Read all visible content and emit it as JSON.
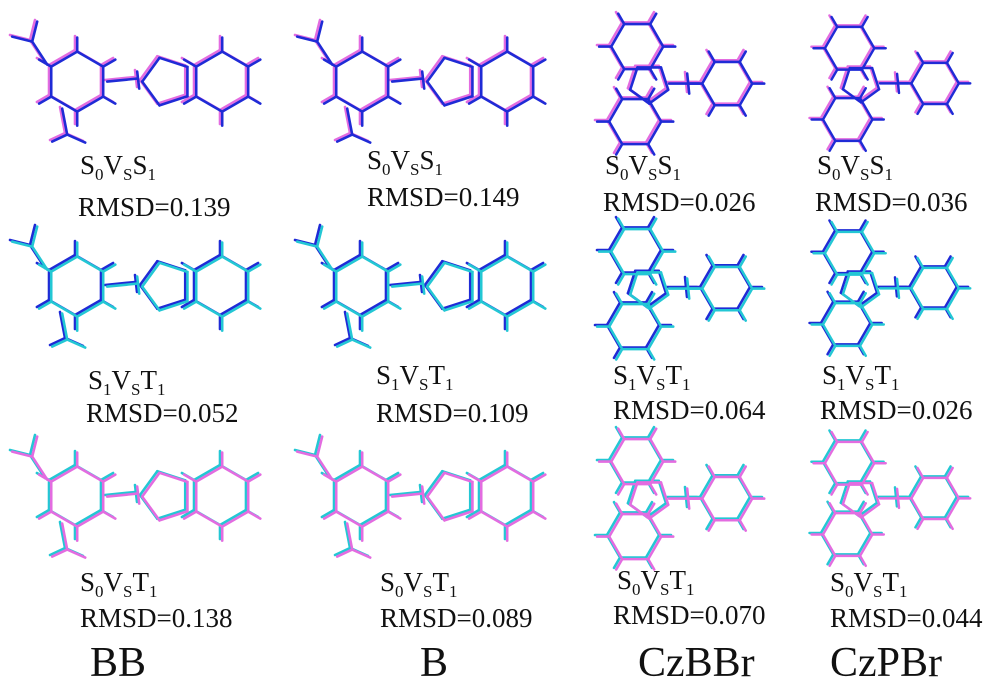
{
  "colors": {
    "magenta": "#e36ce0",
    "blue": "#1f2bd6",
    "cyan": "#23c7d4"
  },
  "columns": [
    "BB",
    "B",
    "CzBBr",
    "CzPBr"
  ],
  "rows": [
    {
      "label": {
        "a": "S",
        "a_sub": "0",
        "v": "V",
        "v_sub": "S",
        "b": "S",
        "b_sub": "1"
      },
      "colors": [
        "magenta",
        "blue"
      ],
      "rmsd": [
        "RMSD=0.139",
        "RMSD=0.149",
        "RMSD=0.026",
        "RMSD=0.036"
      ]
    },
    {
      "label": {
        "a": "S",
        "a_sub": "1",
        "v": "V",
        "v_sub": "S",
        "b": "T",
        "b_sub": "1"
      },
      "colors": [
        "blue",
        "cyan"
      ],
      "rmsd": [
        "RMSD=0.052",
        "RMSD=0.109",
        "RMSD=0.064",
        "RMSD=0.026"
      ]
    },
    {
      "label": {
        "a": "S",
        "a_sub": "0",
        "v": "V",
        "v_sub": "S",
        "b": "T",
        "b_sub": "1"
      },
      "colors": [
        "cyan",
        "magenta"
      ],
      "rmsd": [
        "RMSD=0.138",
        "RMSD=0.089",
        "RMSD=0.070",
        "RMSD=0.044"
      ]
    }
  ]
}
